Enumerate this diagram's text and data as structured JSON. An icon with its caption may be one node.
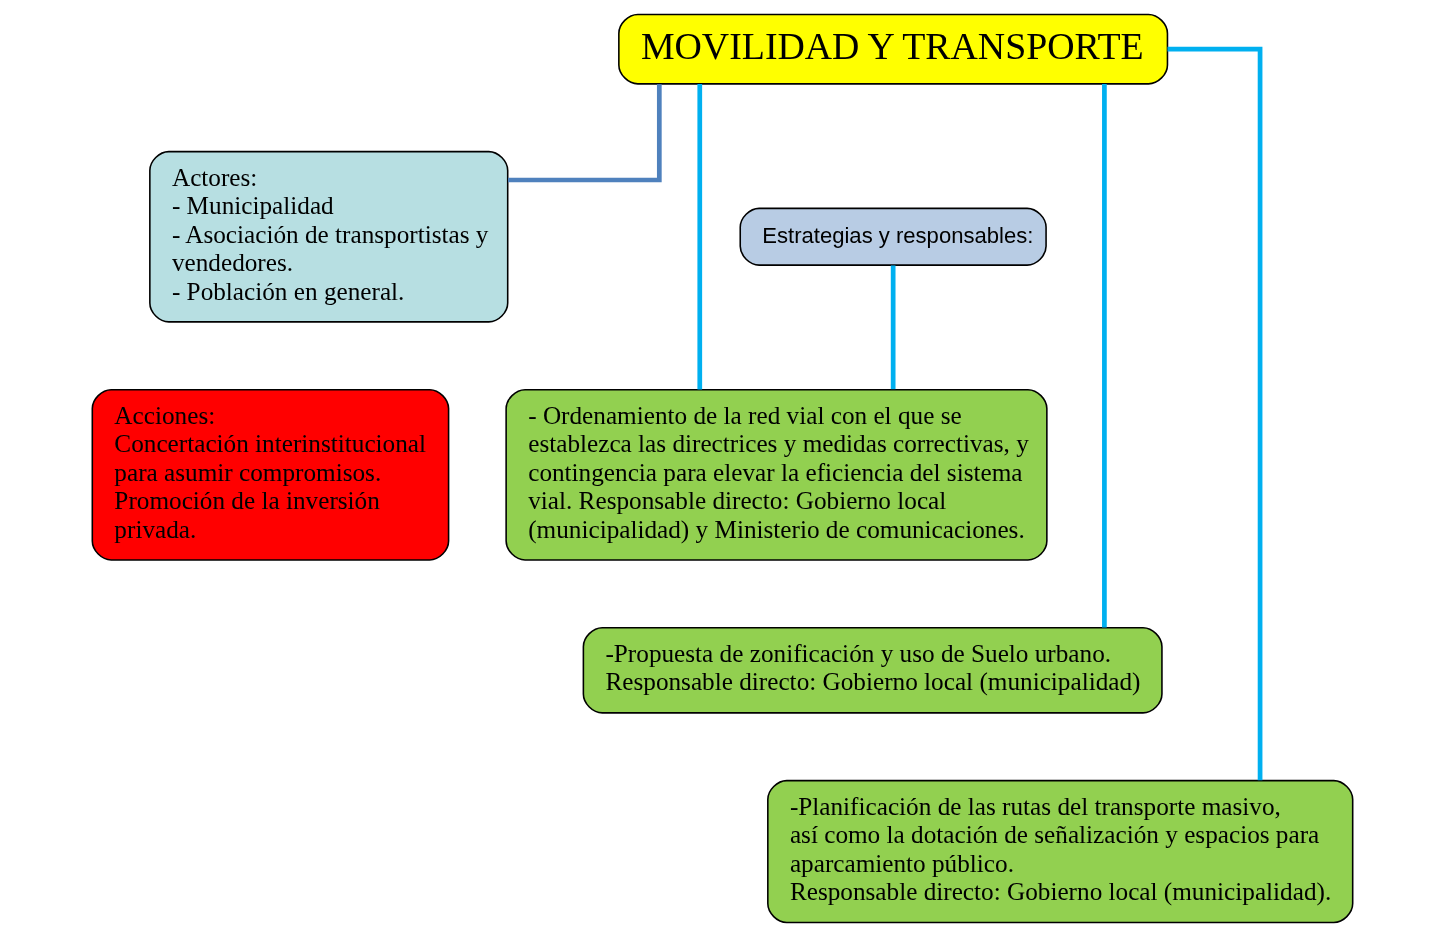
{
  "diagram": {
    "nodes": [
      {
        "text": [
          "MOVILIDAD Y TRANSPORTE"
        ]
      },
      {
        "text": [
          "Actores:",
          "- Municipalidad",
          "- Asociación de transportistas y vendedores.",
          "- Población en general."
        ]
      },
      {
        "text": [
          "Acciones:",
          "Concertación interinstitucional para asumir compromisos.",
          "Promoción de la inversión privada."
        ]
      },
      {
        "text": [
          "Estrategias y responsables:"
        ]
      },
      {
        "text": [
          "- Ordenamiento de la red vial con el que se establezca las directrices y medidas correctivas, y contingencia para elevar la eficiencia del sistema vial. Responsable directo: Gobierno local (municipalidad) y Ministerio de comunicaciones."
        ]
      },
      {
        "text": [
          "-Propuesta de zonificación y uso de Suelo urbano.",
          "Responsable directo: Gobierno local (municipalidad)"
        ]
      },
      {
        "text": [
          "-Planificación de las rutas del transporte masivo, así como la dotación de señalización y espacios para aparcamiento público.",
          "Responsable directo: Gobierno local (municipalidad)."
        ]
      }
    ],
    "edges": [
      {
        "from": 0,
        "to": 1,
        "arrow": "none",
        "color": "#4f81bd"
      },
      {
        "from": 0,
        "to": 4,
        "arrow": "none"
      },
      {
        "from": 0,
        "to": 5,
        "arrow": "none"
      },
      {
        "from": 0,
        "to": 6,
        "arrow": "none"
      },
      {
        "from": 3,
        "to": 4,
        "arrow": "none"
      }
    ]
  }
}
